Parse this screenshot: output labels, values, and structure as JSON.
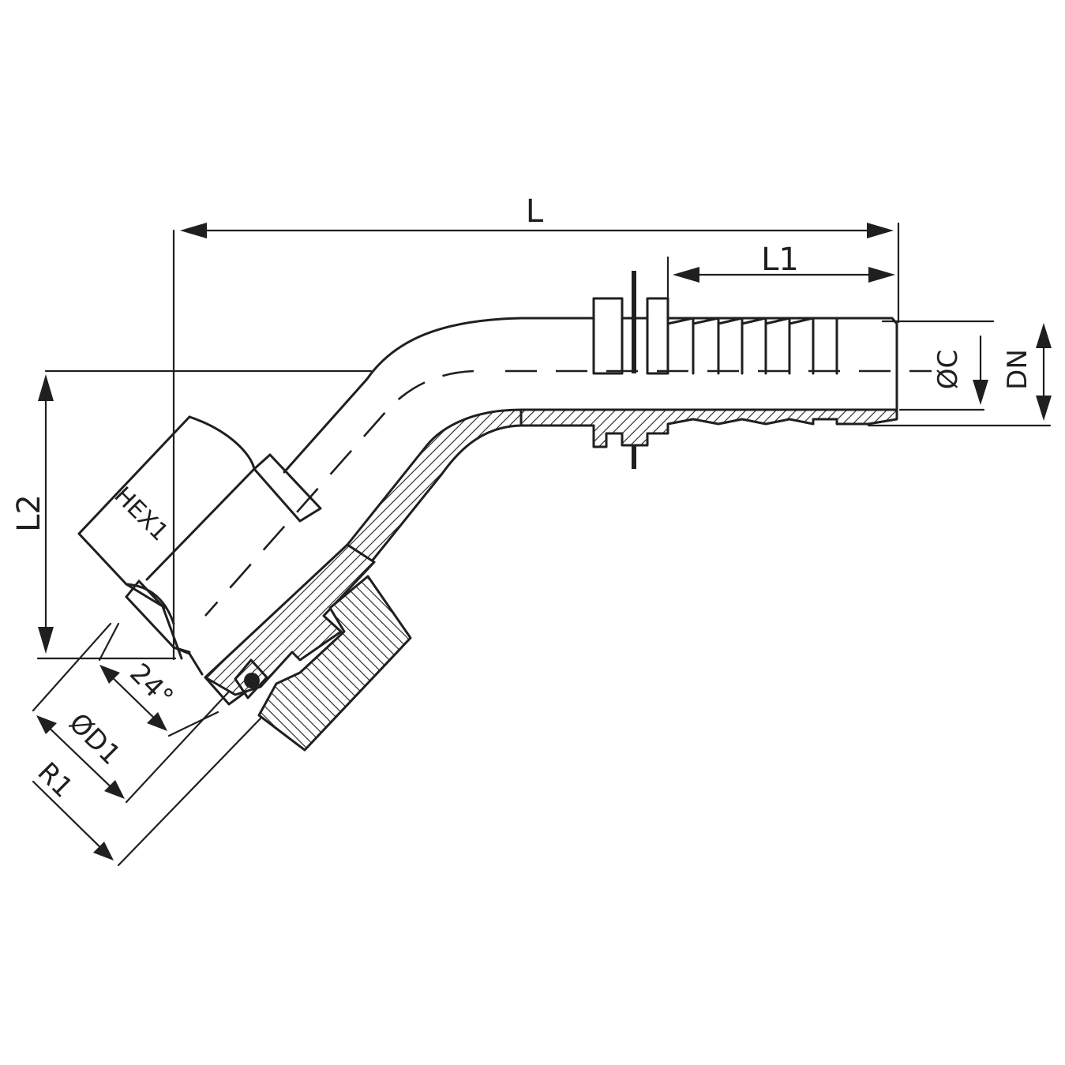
{
  "labels": {
    "length": "L",
    "length_1": "L1",
    "height_2": "L2",
    "bore": "ØC",
    "nominal_diameter": "DN",
    "hex": "HEX1",
    "cone_angle": "24°",
    "diameter_1": "ØD1",
    "radius_1": "R1"
  },
  "colors": {
    "line": "#1f1f1f",
    "background": "#ffffff"
  }
}
